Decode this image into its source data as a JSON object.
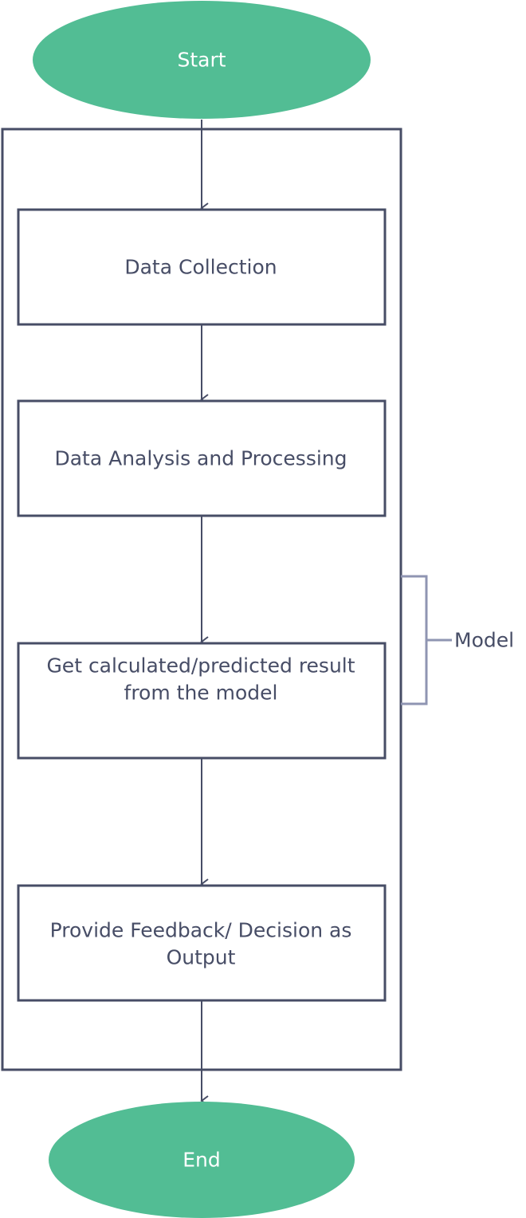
{
  "colors": {
    "terminal_fill": "#52bd94",
    "terminal_text": "#ffffff",
    "box_stroke": "#474d66",
    "box_text": "#474d66",
    "arrow": "#474d66",
    "bracket": "#8f95b2",
    "bracket_label": "#474d66",
    "background": "#ffffff"
  },
  "flowchart": {
    "start": "Start",
    "end": "End",
    "steps": [
      {
        "lines": [
          "Data Collection"
        ]
      },
      {
        "lines": [
          "Data Analysis and Processing"
        ]
      },
      {
        "lines": [
          "Get calculated/predicted result",
          "from the model"
        ]
      },
      {
        "lines": [
          "Provide Feedback/ Decision as",
          "Output"
        ]
      }
    ],
    "group_label": "Model"
  }
}
